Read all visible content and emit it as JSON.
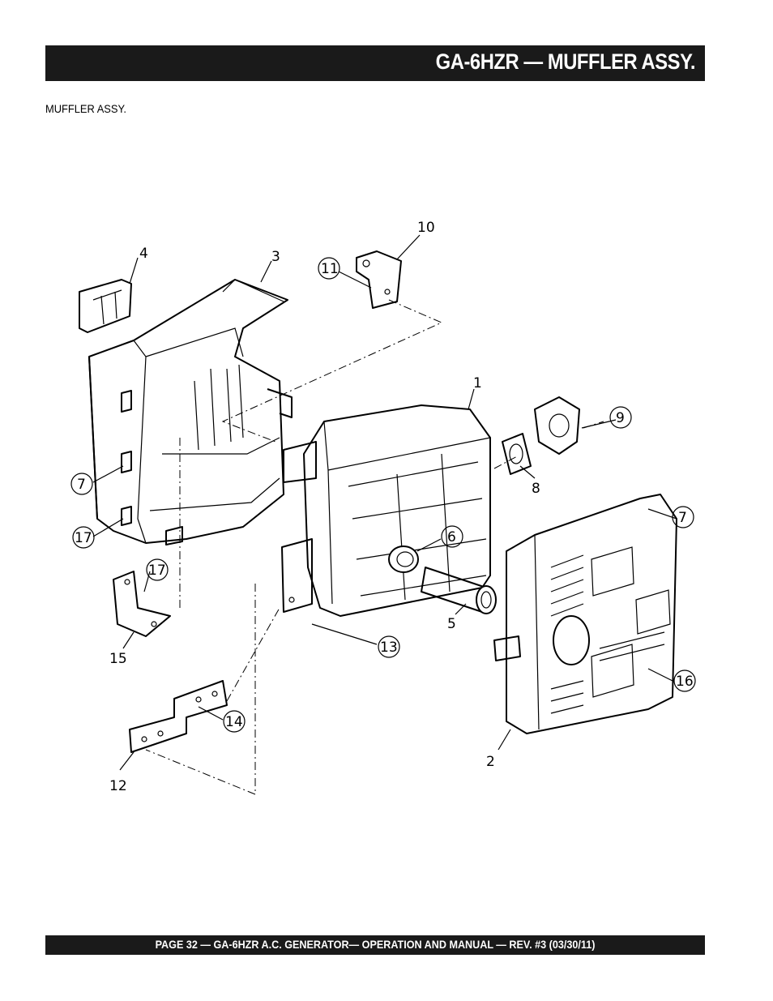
{
  "header": {
    "title": "GA-6HZR — MUFFLER ASSY."
  },
  "section": {
    "label": "MUFFLER ASSY."
  },
  "diagram": {
    "callouts": {
      "p1": "1",
      "p2": "2",
      "p3": "3",
      "p4": "4",
      "p5": "5",
      "p6": "6",
      "p7a": "7",
      "p7b": "7",
      "p8": "8",
      "p9": "9",
      "p10": "10",
      "p11": "11",
      "p12": "12",
      "p13": "13",
      "p14": "14",
      "p15": "15",
      "p16": "16",
      "p17a": "17",
      "p17b": "17"
    }
  },
  "footer": {
    "text": "PAGE 32 — GA-6HZR A.C. GENERATOR— OPERATION AND MANUAL — REV. #3 (03/30/11)"
  }
}
